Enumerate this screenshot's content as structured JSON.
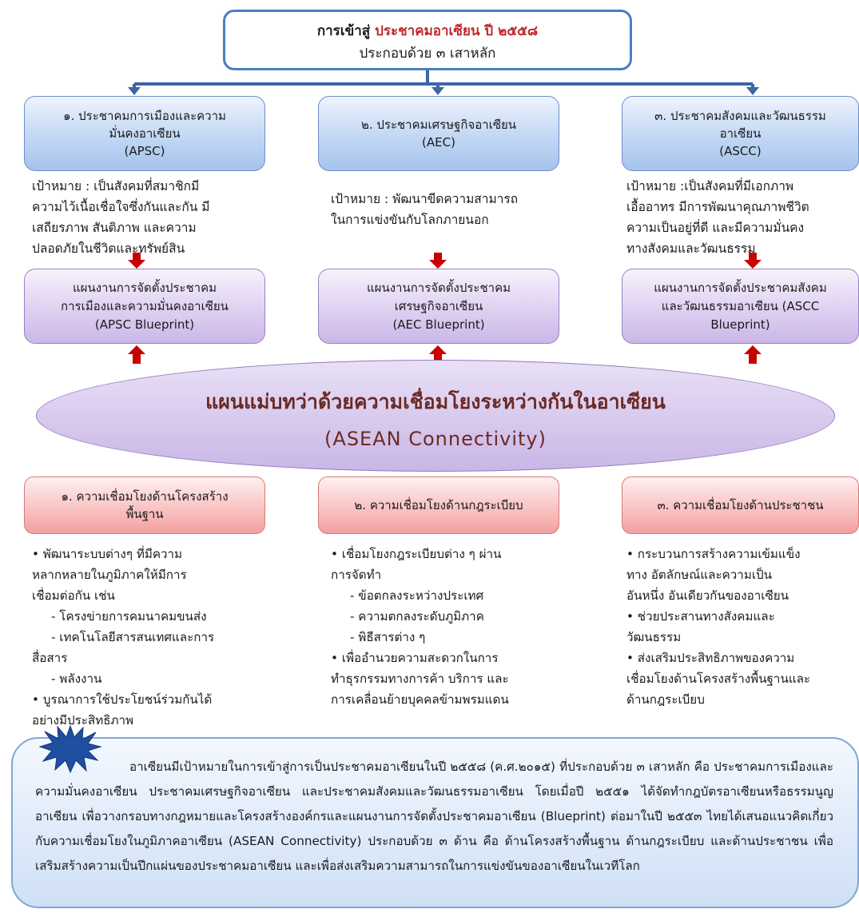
{
  "header": {
    "title_prefix": "การเข้าสู่",
    "title_highlight": "ประชาคมอาเซียน ปี ๒๕๕๘",
    "subtitle": "ประกอบด้วย ๓ เสาหลัก"
  },
  "pillars": [
    {
      "name_lines": [
        "๑. ประชาคมการเมืองและความ",
        "มั่นคงอาเซียน",
        "(APSC)"
      ],
      "goal_lines": [
        "เป้าหมาย :    เป็นสังคมที่สมาชิกมี",
        "ความไว้เนื้อเชื่อใจซึ่งกันและกัน มี",
        "เสถียรภาพ สันติภาพ และความ",
        "ปลอดภัยในชีวิตและทรัพย์สิน"
      ],
      "blueprint_lines": [
        "แผนงานการจัดตั้งประชาคม",
        "การเมืองและความมั่นคงอาเซียน",
        "(APSC Blueprint)"
      ]
    },
    {
      "name_lines": [
        "๒. ประชาคมเศรษฐกิจอาเซียน",
        "(AEC)"
      ],
      "goal_lines": [
        "เป้าหมาย :  พัฒนาขีดความสามารถ",
        "ในการแข่งขันกับโลกภายนอก"
      ],
      "blueprint_lines": [
        "แผนงานการจัดตั้งประชาคม",
        "เศรษฐกิจอาเซียน",
        "(AEC Blueprint)"
      ]
    },
    {
      "name_lines": [
        "๓. ประชาคมสังคมและวัฒนธรรม",
        "อาเซียน",
        "(ASCC)"
      ],
      "goal_lines": [
        "เป้าหมาย :เป็นสังคมที่มีเอกภาพ",
        "เอื้ออาทร มีการพัฒนาคุณภาพชีวิต",
        "ความเป็นอยู่ที่ดี และมีความมั่นคง",
        "ทางสังคมและวัฒนธรรม"
      ],
      "blueprint_lines": [
        "แผนงานการจัดตั้งประชาคมสังคม",
        "และวัฒนธรรมอาเซียน (ASCC",
        "Blueprint)"
      ]
    }
  ],
  "connectivity": {
    "title": "แผนแม่บทว่าด้วยความเชื่อมโยงระหว่างกันในอาเซียน",
    "subtitle": "(ASEAN Connectivity)"
  },
  "dimensions": [
    {
      "title_lines": [
        "๑. ความเชื่อมโยงด้านโครงสร้าง",
        "พื้นฐาน"
      ],
      "items": [
        {
          "text": "• พัฒนาระบบต่างๆ ที่มีความ",
          "indent": false
        },
        {
          "text": "หลากหลายในภูมิภาคให้มีการ",
          "indent": false
        },
        {
          "text": "เชื่อมต่อกัน เช่น",
          "indent": false
        },
        {
          "text": "- โครงข่ายการคมนาคมขนส่ง",
          "indent": true
        },
        {
          "text": "- เทคโนโลยีสารสนเทศและการ",
          "indent": true
        },
        {
          "text": "สื่อสาร",
          "indent": false
        },
        {
          "text": "- พลังงาน",
          "indent": true
        },
        {
          "text": "• บูรณาการใช้ประโยชน์ร่วมกันได้",
          "indent": false
        },
        {
          "text": "อย่างมีประสิทธิภาพ",
          "indent": false
        }
      ]
    },
    {
      "title_lines": [
        "๒. ความเชื่อมโยงด้านกฎระเบียบ"
      ],
      "items": [
        {
          "text": "• เชื่อมโยงกฎระเบียบต่าง ๆ ผ่าน",
          "indent": false
        },
        {
          "text": "การจัดทำ",
          "indent": false
        },
        {
          "text": "- ข้อตกลงระหว่างประเทศ",
          "indent": true
        },
        {
          "text": "- ความตกลงระดับภูมิภาค",
          "indent": true
        },
        {
          "text": "- พิธีสารต่าง ๆ",
          "indent": true
        },
        {
          "text": "• เพื่ออำนวยความสะดวกในการ",
          "indent": false
        },
        {
          "text": "ทำธุรกรรมทางการค้า บริการ และ",
          "indent": false
        },
        {
          "text": "การเคลื่อนย้ายบุคคลข้ามพรมแดน",
          "indent": false
        }
      ]
    },
    {
      "title_lines": [
        "๓. ความเชื่อมโยงด้านประชาชน"
      ],
      "items": [
        {
          "text": "• กระบวนการสร้างความเข้มแข็ง",
          "indent": false
        },
        {
          "text": "ทาง อัตลักษณ์และความเป็น",
          "indent": false
        },
        {
          "text": "อันหนึ่ง อันเดียวกันของอาเซียน",
          "indent": false
        },
        {
          "text": "• ช่วยประสานทางสังคมและ",
          "indent": false
        },
        {
          "text": "วัฒนธรรม",
          "indent": false
        },
        {
          "text": "• ส่งเสริมประสิทธิภาพของความ",
          "indent": false
        },
        {
          "text": "เชื่อมโยงด้านโครงสร้างพื้นฐานและ",
          "indent": false
        },
        {
          "text": "ด้านกฎระเบียบ",
          "indent": false
        }
      ]
    }
  ],
  "summary": {
    "text": "อาเซียนมีเป้าหมายในการเข้าสู่การเป็นประชาคมอาเซียนในปี ๒๕๕๘ (ค.ศ.๒๐๑๕)  ที่ประกอบด้วย ๓ เสาหลัก คือ ประชาคมการเมืองและความมั่นคงอาเซียน ประชาคมเศรษฐกิจอาเซียน และประชาคมสังคมและวัฒนธรรมอาเซียน โดยเมื่อปี ๒๕๕๑ ได้จัดทำกฎบัตรอาเซียนหรือธรรมนูญอาเซียน เพื่อวางกรอบทางกฎหมายและโครงสร้างองค์กรและแผนงานการจัดตั้งประชาคมอาเซียน (Blueprint) ต่อมาในปี ๒๕๕๓ ไทยได้เสนอแนวคิดเกี่ยวกับความเชื่อมโยงในภูมิภาคอาเซียน (ASEAN  Connectivity) ประกอบด้วย ๓ ด้าน คือ ด้านโครงสร้างพื้นฐาน  ด้านกฎระเบียบ และด้านประชาชน เพื่อเสริมสร้างความเป็นปึกแผ่นของประชาคมอาเซียน และเพื่อส่งเสริมความสามารถในการแข่งขันของอาเซียนในเวทีโลก"
  },
  "colors": {
    "title_highlight": "#c0282c",
    "arrow_blue": "#3c66a8",
    "arrow_red": "#c80000",
    "connectivity_text": "#6b2a24"
  },
  "icons": {
    "summary_burst": "starburst-icon"
  }
}
